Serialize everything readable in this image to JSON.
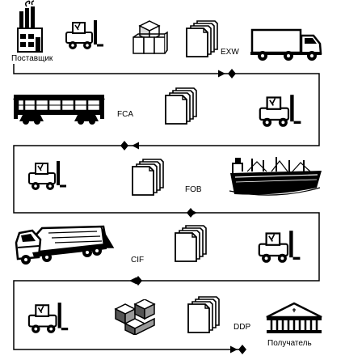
{
  "labels": {
    "supplier": "Поставщик",
    "exw": "EXW",
    "fca": "FCA",
    "fob": "FOB",
    "cif": "CIF",
    "ddp": "DDP",
    "receiver": "Получатель"
  },
  "colors": {
    "ink": "#000000",
    "paper": "#ffffff"
  },
  "icons": {
    "row1": [
      "factory-icon",
      "forklift-icon",
      "cargo-boxes-icon",
      "documents-icon",
      "truck-icon"
    ],
    "row2": [
      "railway-wagon-icon",
      "documents-icon",
      "forklift-icon"
    ],
    "row3": [
      "forklift-icon",
      "documents-icon",
      "cargo-ship-icon"
    ],
    "row4": [
      "semi-truck-icon",
      "documents-icon",
      "forklift-icon"
    ],
    "row5": [
      "forklift-icon",
      "cargo-boxes-icon",
      "documents-icon",
      "warehouse-building-icon"
    ]
  }
}
